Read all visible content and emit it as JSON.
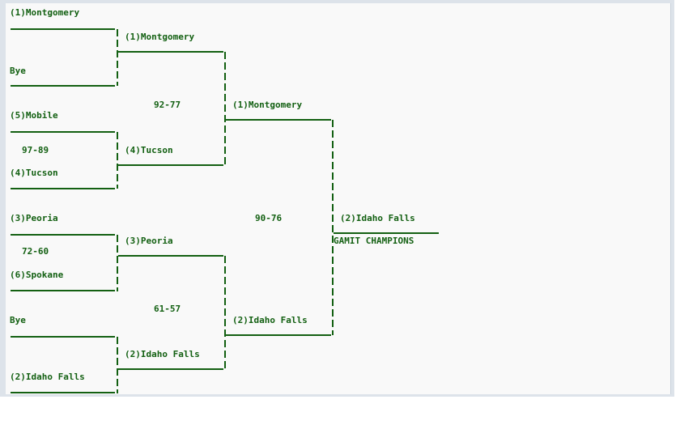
{
  "bracket": {
    "title": "GAMIT CHAMPIONS",
    "accent_color": "#136012",
    "background_color": "#f9f9f9",
    "frame_color": "#dde3ea",
    "round1": [
      {
        "name": "(1)Montgomery"
      },
      {
        "name": "Bye"
      },
      {
        "name": "(5)Mobile"
      },
      {
        "name": "(4)Tucson"
      },
      {
        "name": "(3)Peoria"
      },
      {
        "name": "(6)Spokane"
      },
      {
        "name": "Bye"
      },
      {
        "name": "(2)Idaho Falls"
      }
    ],
    "round1_scores": [
      {
        "score": "97-89"
      },
      {
        "score": "72-60"
      }
    ],
    "round2": [
      {
        "name": "(1)Montgomery"
      },
      {
        "name": "(4)Tucson"
      },
      {
        "name": "(3)Peoria"
      },
      {
        "name": "(2)Idaho Falls"
      }
    ],
    "round2_scores": [
      {
        "score": "92-77"
      },
      {
        "score": "61-57"
      }
    ],
    "round3": [
      {
        "name": "(1)Montgomery"
      },
      {
        "name": "(2)Idaho Falls"
      }
    ],
    "round3_scores": [
      {
        "score": "90-76"
      }
    ],
    "final": {
      "champion": "(2)Idaho Falls",
      "champion_label": "GAMIT CHAMPIONS"
    }
  }
}
